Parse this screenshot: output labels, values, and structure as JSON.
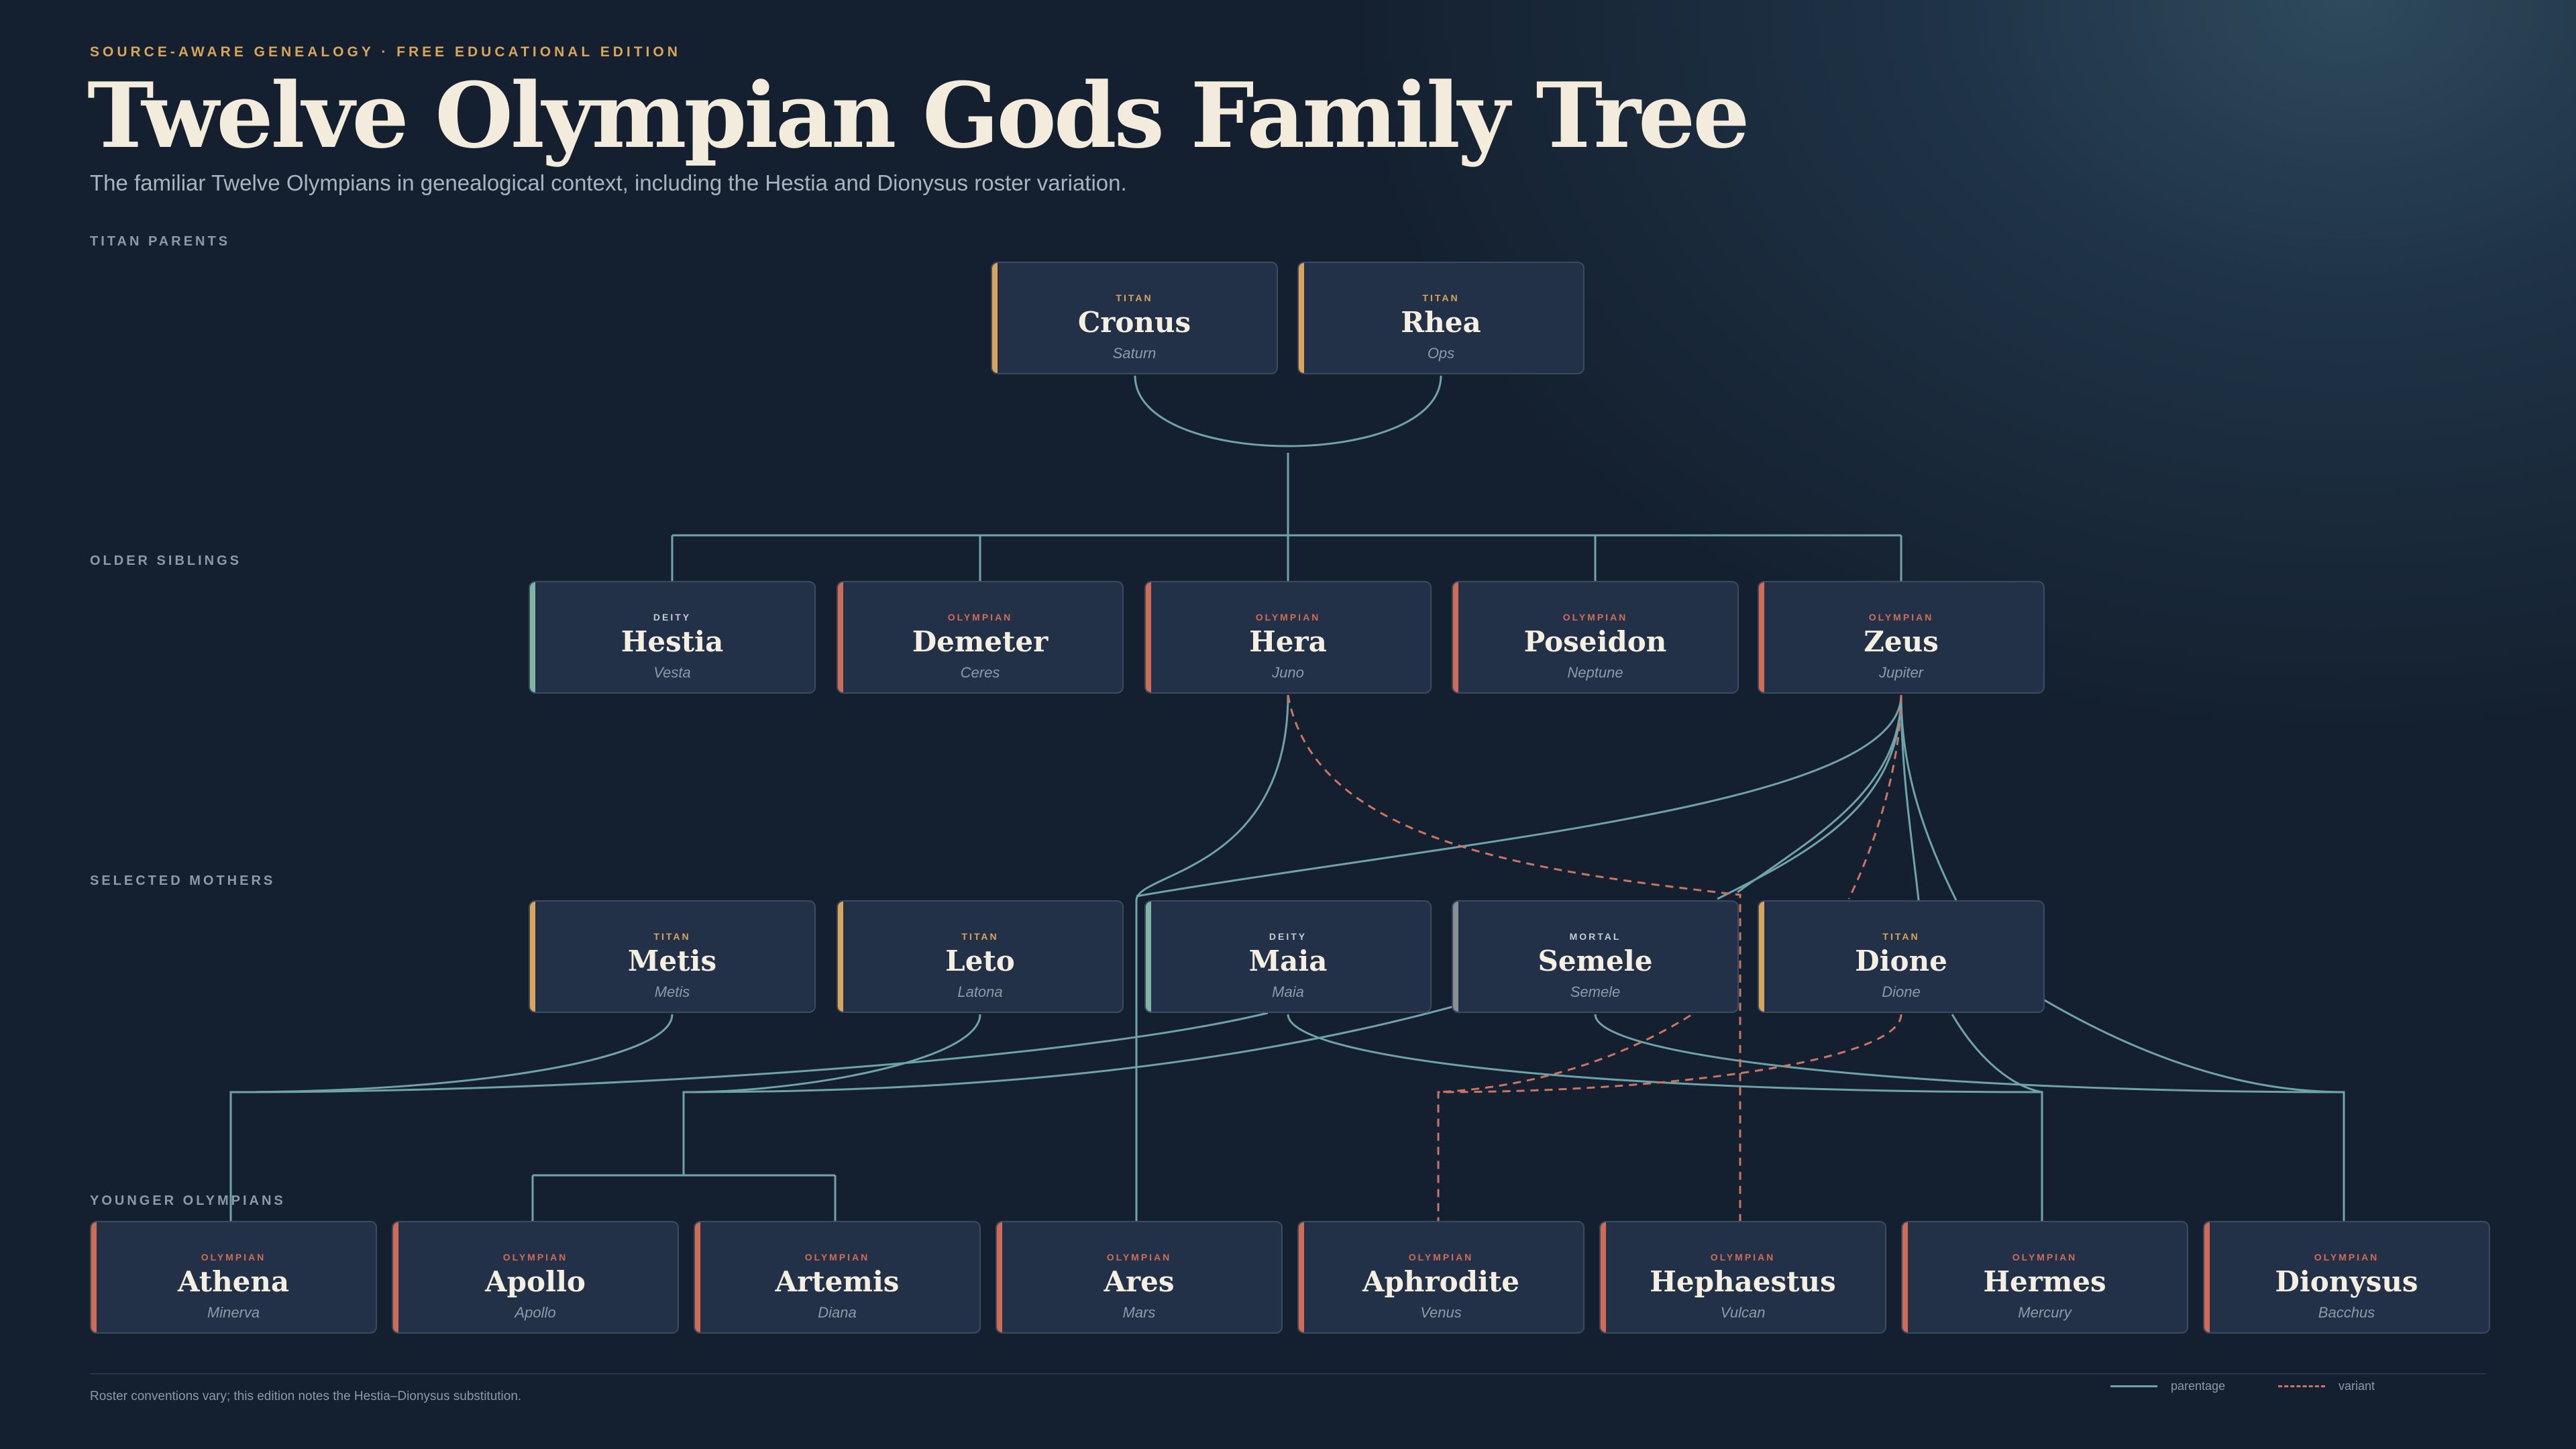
{
  "header": {
    "kicker": "SOURCE-AWARE GENEALOGY · FREE EDUCATIONAL EDITION",
    "title": "Twelve Olympian Gods Family Tree",
    "subtitle": "The familiar Twelve Olympians in genealogical context, including the Hestia and Dionysus roster variation."
  },
  "rows": {
    "titan_parents": "TITAN PARENTS",
    "older_siblings": "OLDER SIBLINGS",
    "selected_mothers": "SELECTED MOTHERS",
    "younger_olympians": "YOUNGER OLYMPIANS"
  },
  "colors": {
    "titan": "#d9a55a",
    "olympian": "#d06c56",
    "deity": "#7fb5a3",
    "mortal": "#8a8f95",
    "parentage_line": "#6fa3aa",
    "variant_line": "#c97561"
  },
  "nodes": {
    "cronus": {
      "kind": "TITAN",
      "name": "Cronus",
      "roman": "Saturn"
    },
    "rhea": {
      "kind": "TITAN",
      "name": "Rhea",
      "roman": "Ops"
    },
    "hestia": {
      "kind": "DEITY",
      "name": "Hestia",
      "roman": "Vesta"
    },
    "demeter": {
      "kind": "OLYMPIAN",
      "name": "Demeter",
      "roman": "Ceres"
    },
    "hera": {
      "kind": "OLYMPIAN",
      "name": "Hera",
      "roman": "Juno"
    },
    "poseidon": {
      "kind": "OLYMPIAN",
      "name": "Poseidon",
      "roman": "Neptune"
    },
    "zeus": {
      "kind": "OLYMPIAN",
      "name": "Zeus",
      "roman": "Jupiter"
    },
    "metis": {
      "kind": "TITAN",
      "name": "Metis",
      "roman": "Metis"
    },
    "leto": {
      "kind": "TITAN",
      "name": "Leto",
      "roman": "Latona"
    },
    "maia": {
      "kind": "DEITY",
      "name": "Maia",
      "roman": "Maia"
    },
    "semele": {
      "kind": "MORTAL",
      "name": "Semele",
      "roman": "Semele"
    },
    "dione": {
      "kind": "TITAN",
      "name": "Dione",
      "roman": "Dione"
    },
    "athena": {
      "kind": "OLYMPIAN",
      "name": "Athena",
      "roman": "Minerva"
    },
    "apollo": {
      "kind": "OLYMPIAN",
      "name": "Apollo",
      "roman": "Apollo"
    },
    "artemis": {
      "kind": "OLYMPIAN",
      "name": "Artemis",
      "roman": "Diana"
    },
    "ares": {
      "kind": "OLYMPIAN",
      "name": "Ares",
      "roman": "Mars"
    },
    "aphrodite": {
      "kind": "OLYMPIAN",
      "name": "Aphrodite",
      "roman": "Venus"
    },
    "hephaestus": {
      "kind": "OLYMPIAN",
      "name": "Hephaestus",
      "roman": "Vulcan"
    },
    "hermes": {
      "kind": "OLYMPIAN",
      "name": "Hermes",
      "roman": "Mercury"
    },
    "dionysus": {
      "kind": "OLYMPIAN",
      "name": "Dionysus",
      "roman": "Bacchus"
    }
  },
  "footer": {
    "note": "Roster conventions vary; this edition notes the Hestia–Dionysus substitution.",
    "legend_parentage": "parentage",
    "legend_variant": "variant"
  }
}
